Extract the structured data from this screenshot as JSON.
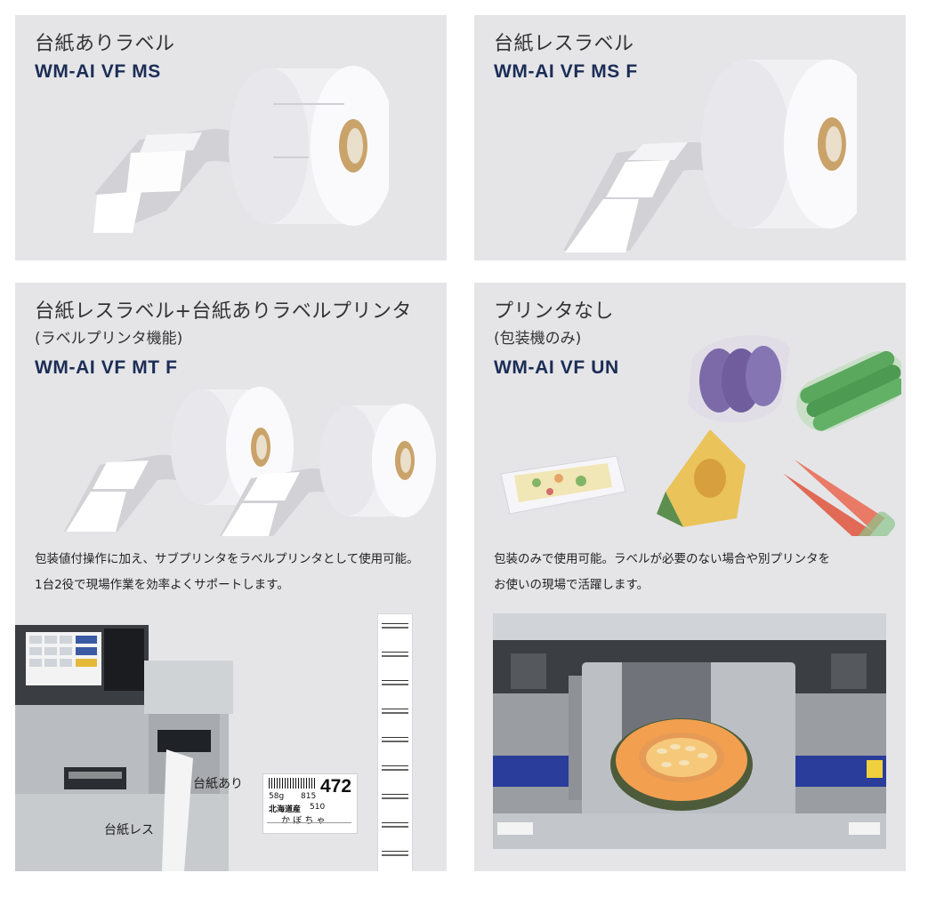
{
  "panels": [
    {
      "title": "台紙ありラベル",
      "model": "WM-AI VF MS"
    },
    {
      "title": "台紙レスラベル",
      "model": "WM-AI VF MS F"
    },
    {
      "title": "台紙レスラベル+台紙ありラベルプリンタ",
      "subtitle": "(ラベルプリンタ機能)",
      "model": "WM-AI VF MT F",
      "desc_line1": "包装値付操作に加え、サブプリンタをラベルプリンタとして使用可能。",
      "desc_line2": "1台2役で現場作業を効率よくサポートします。",
      "callout_daishi_ari": "台紙あり",
      "callout_daishi_less": "台紙レス",
      "ticket": {
        "price": "472",
        "origin": "北海道産",
        "name": "か ぼ ち ゃ",
        "weight": "58g",
        "unit_price": "815",
        "total": "510"
      }
    },
    {
      "title": "プリンタなし",
      "subtitle": "(包装機のみ)",
      "model": "WM-AI VF UN",
      "desc_line1": "包装のみで使用可能。ラベルが必要のない場合や別プリンタを",
      "desc_line2": "お使いの現場で活躍します。"
    }
  ],
  "colors": {
    "panel_bg": "#e5e5e8",
    "model_text": "#1b2d55",
    "roll_core": "#c9a36a",
    "conveyor_blue": "#2a3d9a"
  }
}
